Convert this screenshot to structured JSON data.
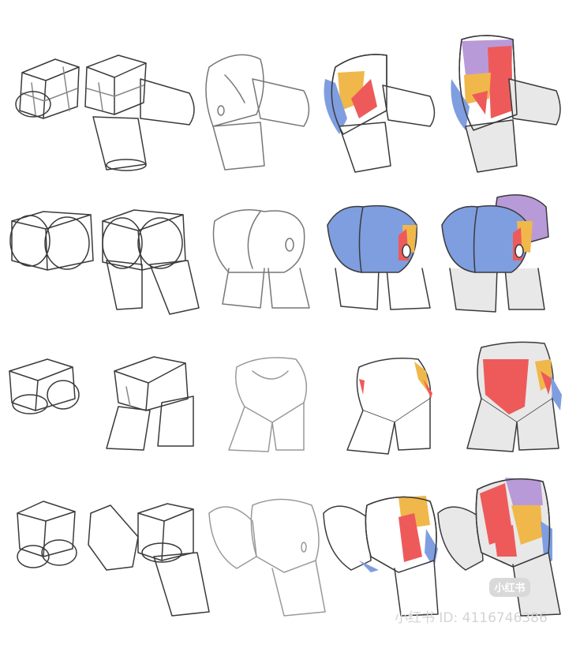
{
  "sheet": {
    "layout": "4 rows x 5 columns of hip/pelvis construction studies",
    "rows": [
      {
        "view": "three-quarter front, one leg raised",
        "stages": [
          "box",
          "box + thighs",
          "sketch",
          "partial color",
          "full color"
        ]
      },
      {
        "view": "back",
        "stages": [
          "box",
          "box + thighs",
          "sketch",
          "partial color",
          "full color"
        ]
      },
      {
        "view": "front",
        "stages": [
          "box",
          "box + thighs",
          "sketch",
          "partial color",
          "full color"
        ]
      },
      {
        "view": "three-quarter back, one leg raised",
        "stages": [
          "box",
          "box + thighs",
          "sketch",
          "partial color",
          "full color"
        ]
      }
    ]
  },
  "colors": {
    "line": "#3a3a3a",
    "sketch_line": "#9a9a9a",
    "red": "#ee5a5a",
    "yellow": "#f0b84a",
    "blue": "#7f9ee0",
    "purple": "#b99ad8",
    "gray_fill": "#e8e8e8",
    "watermark": "#d4d4d4"
  },
  "watermark": {
    "badge": "小红书",
    "text": "小红书 ID: 4116746386"
  }
}
